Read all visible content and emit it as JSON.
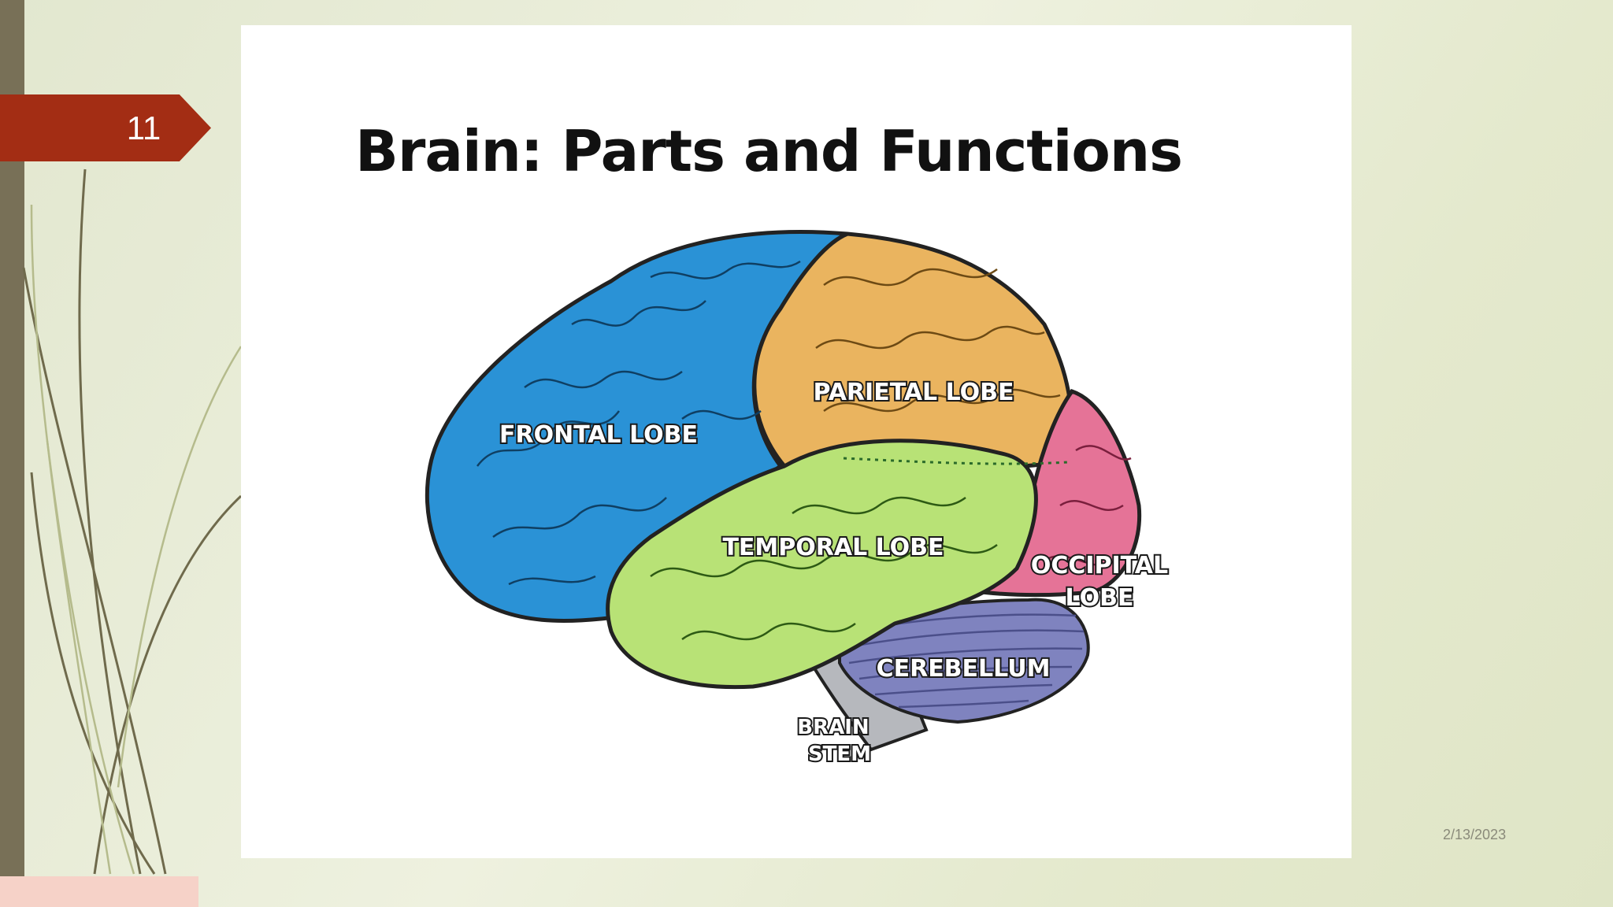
{
  "slide": {
    "number": "11",
    "date": "2/13/2023"
  },
  "image": {
    "title": "Brain: Parts and Functions",
    "labels": {
      "frontal": "FRONTAL LOBE",
      "parietal": "PARIETAL LOBE",
      "temporal": "TEMPORAL LOBE",
      "occipital_1": "OCCIPITAL",
      "occipital_2": "LOBE",
      "cerebellum": "CEREBELLUM",
      "brainstem_1": "BRAIN",
      "brainstem_2": "STEM"
    }
  },
  "colors": {
    "frontal": "#2a92d6",
    "parietal": "#eab45f",
    "temporal": "#b8e276",
    "occipital": "#e57397",
    "cerebellum": "#7f83bf",
    "brainstem": "#b6b8bd",
    "ribbon": "#a32d14",
    "sidebar": "#787057"
  }
}
